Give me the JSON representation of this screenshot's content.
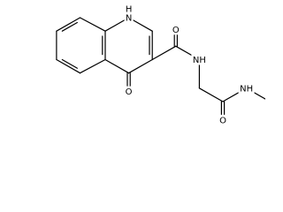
{
  "structure": {
    "atoms": {
      "nh_ring": "NH",
      "h_ring": "H",
      "n_ring": "N",
      "o_ketone": "O",
      "o_amide1": "O",
      "nh_amide1": "NH",
      "o_amide2": "O",
      "nh_amide2": "NH",
      "nh_amine": "HN"
    }
  }
}
